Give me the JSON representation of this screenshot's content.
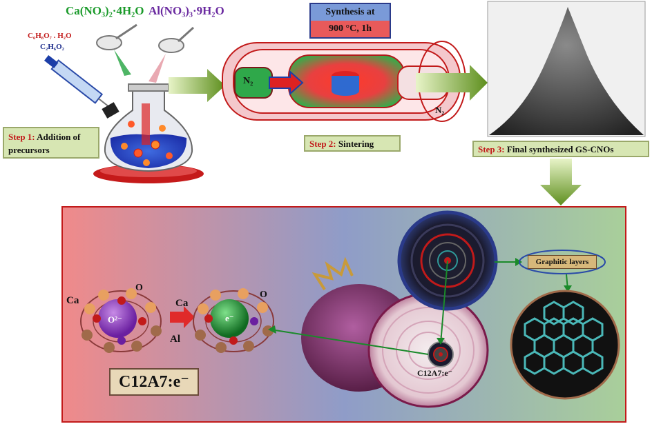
{
  "precursors": {
    "ca_nitrate": "Ca(NO₃)₂·4H₂O",
    "al_nitrate": "Al(NO₃)₃·9H₂O",
    "citric_acid": "C₆H₈O₇ . H₂O",
    "ethylene_glycol": "C₂H₆O₂"
  },
  "steps": {
    "step1_prefix": "Step 1:",
    "step1_text": " Addition of precursors",
    "step2_prefix": "Step 2:",
    "step2_text": " Sintering",
    "step3_prefix": "Step 3:",
    "step3_text": " Final synthesized  GS-CNOs"
  },
  "synthesis": {
    "line1": "Synthesis at",
    "line2": "900 °C, 1h"
  },
  "furnace": {
    "gas_in": "N₂",
    "gas_out": "N₂"
  },
  "bottom": {
    "ca_left": "Ca",
    "o_left": "O",
    "ion_left": "O²⁻",
    "ca_right": "Ca",
    "o_right": "O",
    "ion_right": "e⁻",
    "al_label": "Al",
    "c12a7_big": "C12A7:e⁻",
    "c12a7_small": "C12A7:e⁻",
    "graphitic": "Graphitic layers"
  },
  "colors": {
    "green_text": "#1a9a2a",
    "purple_text": "#6a2aa0",
    "red_text": "#c21a1a",
    "label_bg": "#d7e6b3",
    "arrow_green": "#7aa52a"
  }
}
